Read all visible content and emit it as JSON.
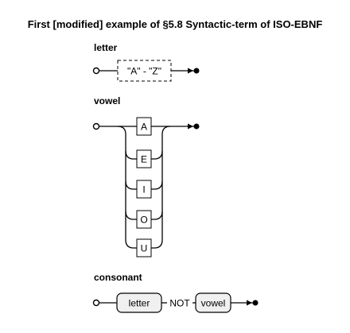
{
  "title": "First [modified] example of §5.8 Syntactic-term of ISO-EBNF",
  "rules": {
    "letter": {
      "name": "letter",
      "range": "\"A\" - \"Z\""
    },
    "vowel": {
      "name": "vowel",
      "options": [
        "A",
        "E",
        "I",
        "O",
        "U"
      ]
    },
    "consonant": {
      "name": "consonant",
      "factor": "letter",
      "except_keyword": "NOT",
      "exception": "vowel"
    }
  }
}
